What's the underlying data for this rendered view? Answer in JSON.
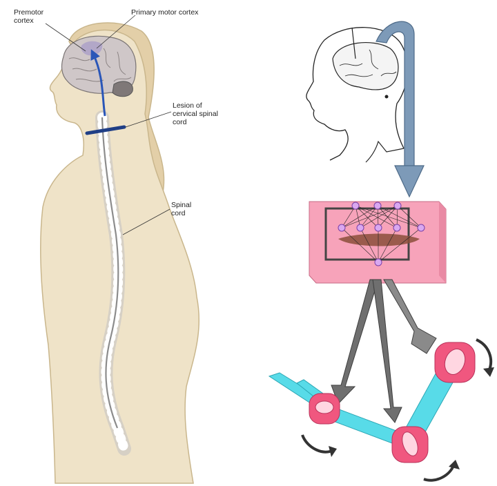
{
  "labels": {
    "premotor": "Premotor\ncortex",
    "primary_motor": "Primary motor cortex",
    "lesion": "Lesion of\ncervical spinal\ncord",
    "spinal_cord": "Spinal\ncord"
  },
  "colors": {
    "body_fill": "#efe3c8",
    "body_stroke": "#c9b68c",
    "brain_fill": "#cfc7c8",
    "motor_pathway": "#2a56b8",
    "lesion_bar": "#1f3e86",
    "decoder_box": "#f7a3ba",
    "decoder_nodes": "#d9a8f0",
    "robot_links": "#58dbe8",
    "robot_joints": "#f0577f",
    "signal_arrows": "#6f6f6f",
    "brain_arrow": "#7d9ab8"
  }
}
